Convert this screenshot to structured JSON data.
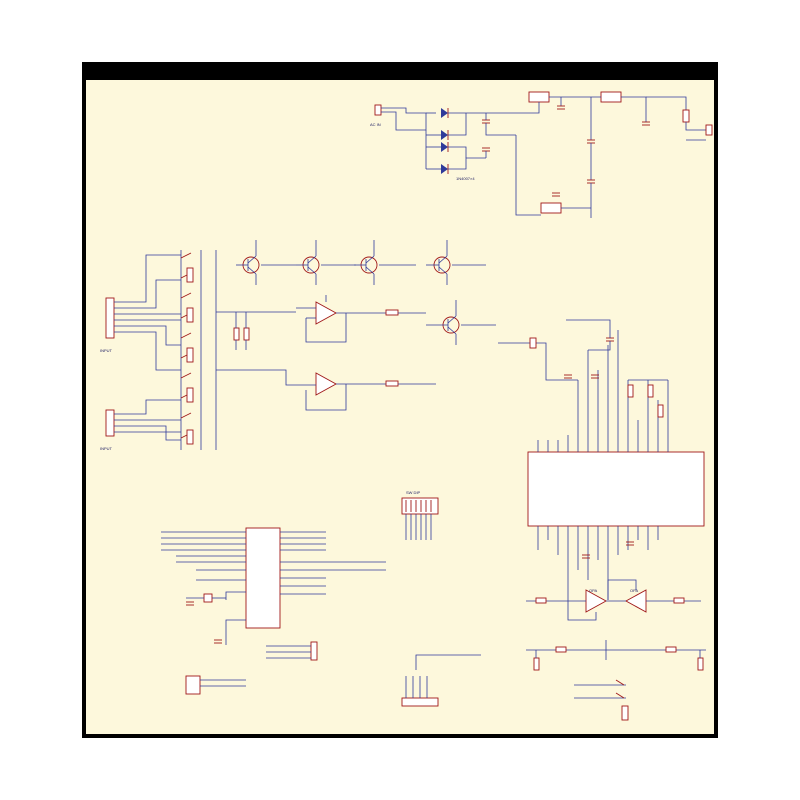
{
  "labels": {
    "ac_in": "AC IN",
    "bridge": "1N4007×4",
    "input_top": "INPUT",
    "input_bottom": "INPUT",
    "dip_switch": "SW DIP",
    "amp_left": "OPA",
    "amp_right": "OPA"
  },
  "colors": {
    "sheet": "#fdf8dc",
    "frame": "#000000",
    "wire": "#2f3a9a",
    "component": "#a01818"
  }
}
